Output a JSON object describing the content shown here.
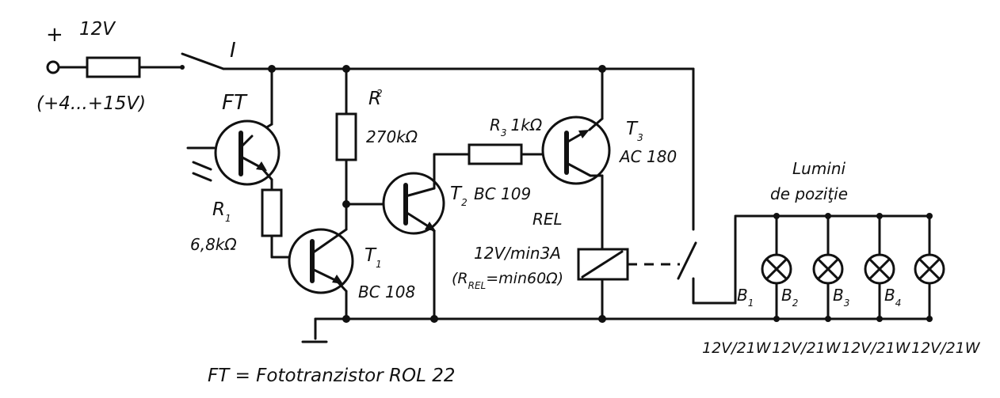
{
  "supply": {
    "polarity": "+",
    "voltage": "12V",
    "range": "(+4...+15V)",
    "switch": "I"
  },
  "fototransistor": {
    "name": "FT"
  },
  "resistors": {
    "r1": {
      "name": "R",
      "sub": "1",
      "value": "6,8kΩ"
    },
    "r2": {
      "name": "R",
      "sub": "2",
      "value": "270kΩ"
    },
    "r3": {
      "name": "R",
      "sub": "3",
      "value": "1kΩ"
    }
  },
  "transistors": {
    "t1": {
      "name": "T",
      "sub": "1",
      "type": "BC 108"
    },
    "t2": {
      "name": "T",
      "sub": "2",
      "type": "BC 109"
    },
    "t3": {
      "name": "T",
      "sub": "3",
      "type": "AC 180"
    }
  },
  "relay": {
    "name": "REL",
    "rating": "12V/min3A",
    "resistance_prefix": "(R",
    "resistance_sub": "REL",
    "resistance_suffix": "=min60Ω)"
  },
  "lamps": {
    "title_line1": "Lumini",
    "title_line2": "de poziţie",
    "b1": {
      "name": "B",
      "sub": "1"
    },
    "items": [
      {
        "name": "B",
        "sub": "2",
        "rating": "12V/21W"
      },
      {
        "name": "B",
        "sub": "3",
        "rating": "12V/21W"
      },
      {
        "name": "B",
        "sub": "4",
        "rating": "12V/21W"
      },
      {
        "name": "",
        "sub": "",
        "rating": "12V/21W"
      }
    ]
  },
  "footnote": "FT = Fototranzistor ROL 22"
}
